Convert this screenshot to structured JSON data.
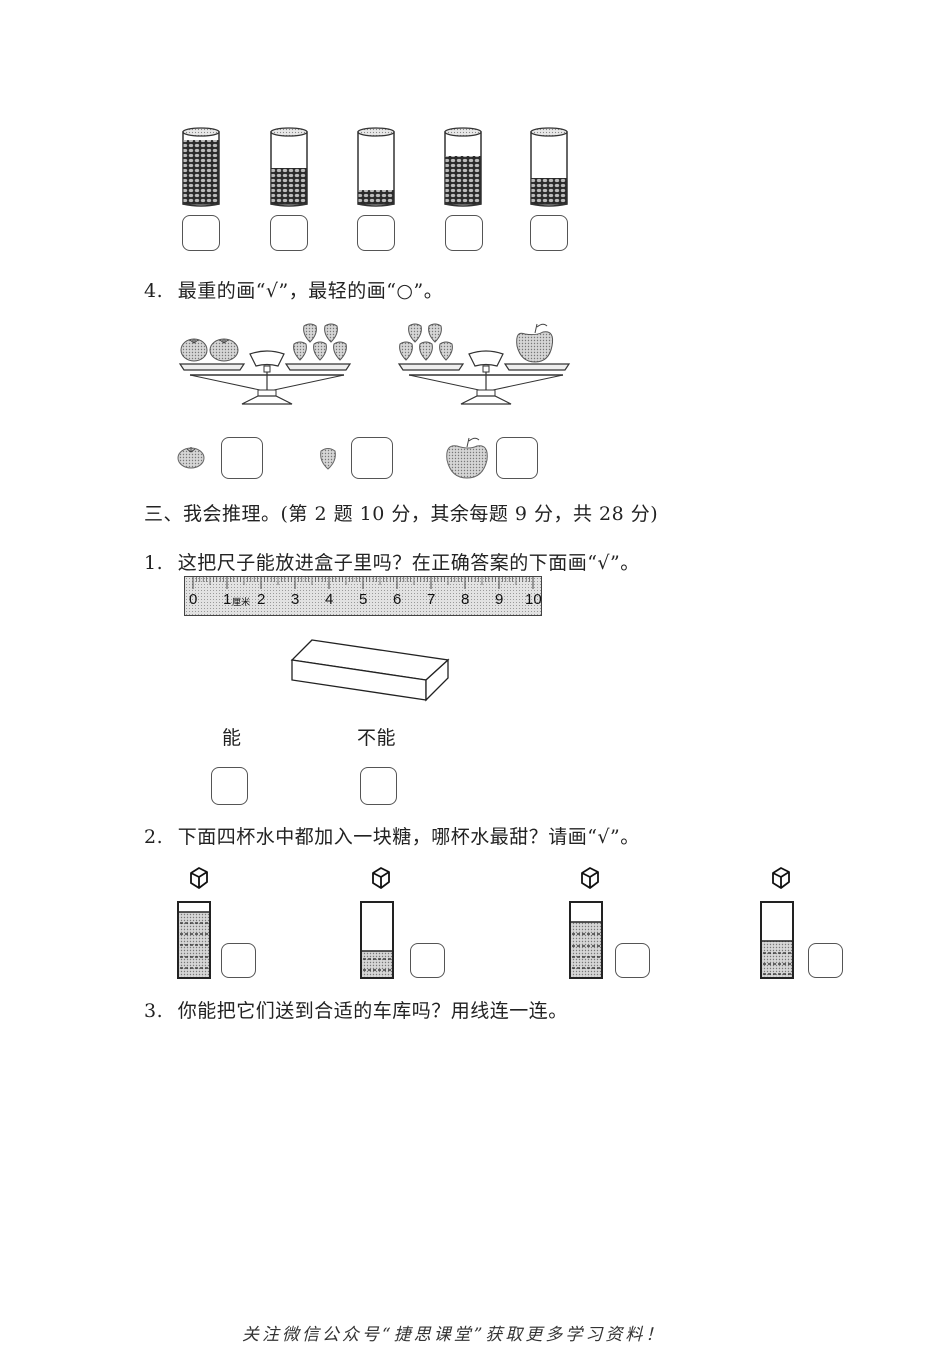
{
  "section_bean_jars": {
    "jars": [
      {
        "fill_percent": 88
      },
      {
        "fill_percent": 48
      },
      {
        "fill_percent": 22
      },
      {
        "fill_percent": 68
      },
      {
        "fill_percent": 38
      }
    ]
  },
  "question_4": {
    "number": "4.",
    "text": "最重的画“√”，最轻的画“○”。",
    "scales": [
      {
        "left": "2 tomatoes",
        "right": "5 strawberries"
      },
      {
        "left": "5 strawberries",
        "right": "1 apple"
      }
    ],
    "options": [
      {
        "item": "tomato-icon"
      },
      {
        "item": "strawberry-icon"
      },
      {
        "item": "apple-icon"
      }
    ]
  },
  "section_3": {
    "heading": "三、我会推理。(第 2 题 10 分，其余每题 9 分，共 28 分)"
  },
  "question_3_1": {
    "number": "1.",
    "text": "这把尺子能放进盒子里吗？在正确答案的下面画“√”。",
    "ruler": {
      "labels": [
        "0",
        "1",
        "2",
        "3",
        "4",
        "5",
        "6",
        "7",
        "8",
        "9",
        "10"
      ],
      "unit": "厘米"
    },
    "options": [
      {
        "label": "能"
      },
      {
        "label": "不能"
      }
    ]
  },
  "question_3_2": {
    "number": "2.",
    "text": "下面四杯水中都加入一块糖，哪杯水最甜？请画“√”。",
    "cups": [
      {
        "water_percent": 88
      },
      {
        "water_percent": 35
      },
      {
        "water_percent": 72
      },
      {
        "water_percent": 48
      }
    ]
  },
  "question_3_3": {
    "number": "3.",
    "text": "你能把它们送到合适的车库吗？用线连一连。"
  },
  "footer": {
    "text": "关注微信公众号“捷思课堂”获取更多学习资料！"
  }
}
